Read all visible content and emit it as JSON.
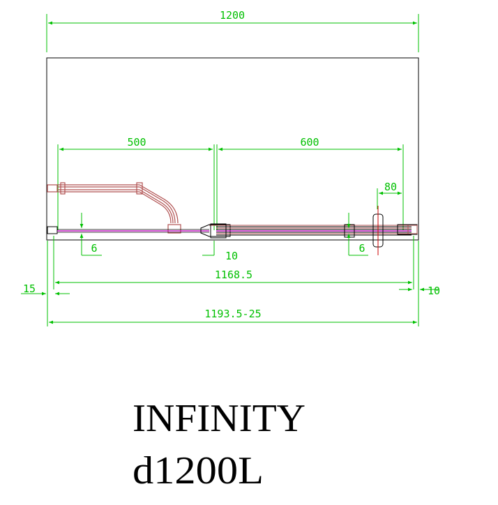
{
  "colors": {
    "dimension": "#00c000",
    "outline": "#000000",
    "profile": "#b05050",
    "glass": "#d000d0",
    "seal": "#cc0000"
  },
  "dimensions": {
    "overall_width": "1200",
    "fixed_panel": "500",
    "door_panel": "600",
    "handle_offset": "80",
    "left_gap": "6",
    "mid_gap": "10",
    "right_gap": "6",
    "inner_width": "1168.5",
    "left_wall": "15",
    "right_wall": "10",
    "adjust_range": "1193.5-25"
  },
  "title": {
    "line1": "INFINITY",
    "line2": "d1200L"
  }
}
